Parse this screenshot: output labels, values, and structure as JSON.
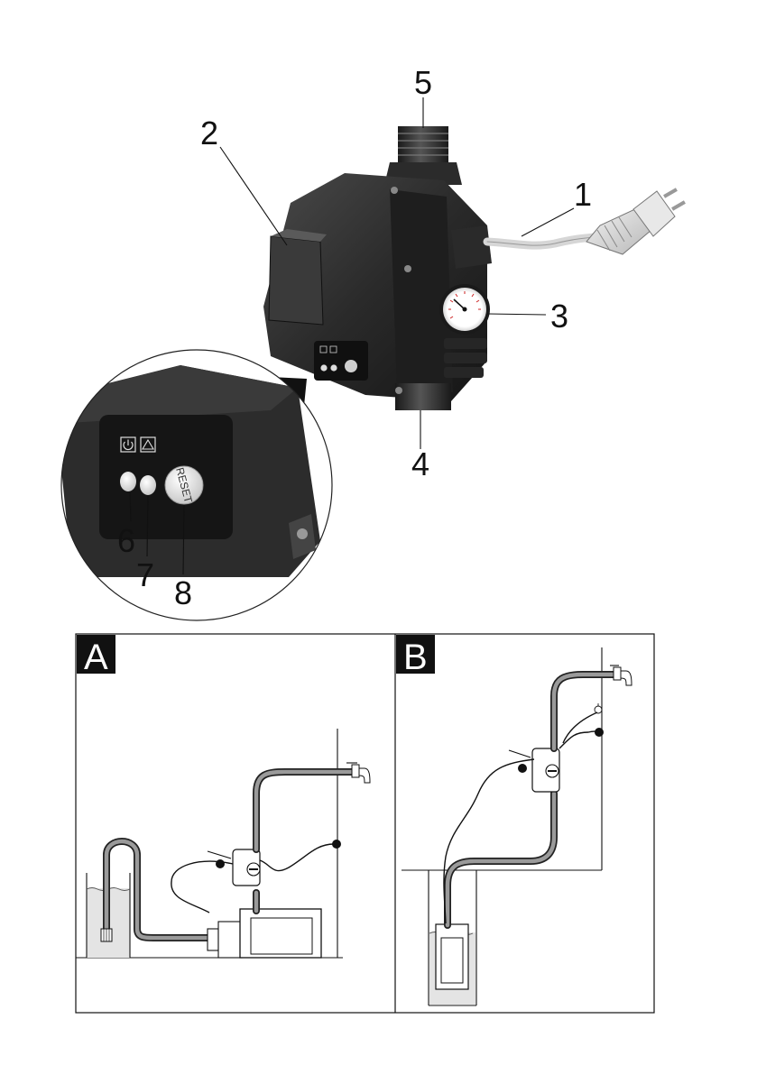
{
  "callouts": {
    "n1": "1",
    "n2": "2",
    "n3": "3",
    "n4": "4",
    "n5": "5",
    "n6": "6",
    "n7": "7",
    "n8": "8"
  },
  "control_panel": {
    "reset_label": "RESET",
    "power_icon": "power-icon",
    "warning_icon": "warning-triangle-icon"
  },
  "diagrams": {
    "a_label": "A",
    "b_label": "B"
  },
  "colors": {
    "device_body": "#2a2a2a",
    "panel": "#1c1c1c",
    "water_fill": "#e4e4e4",
    "pipe_outline": "#222222",
    "pipe_fill": "#9a9a9a"
  }
}
